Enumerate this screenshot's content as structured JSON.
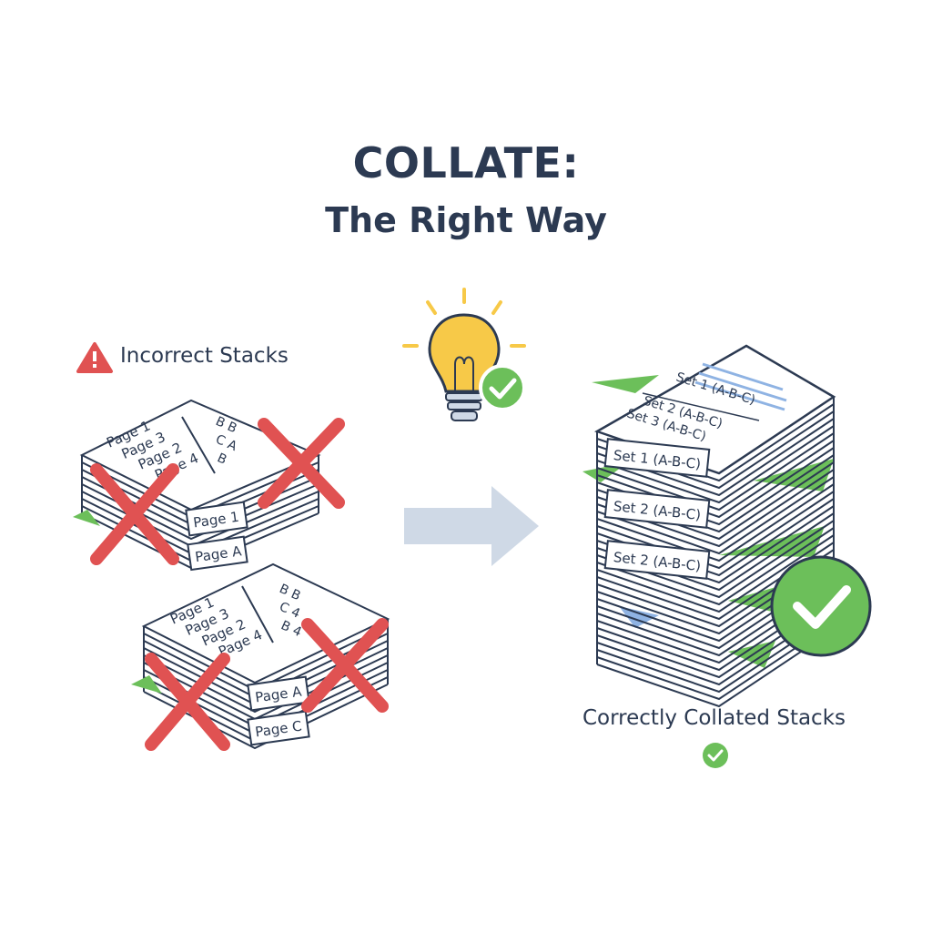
{
  "title": "COLLATE:",
  "subtitle": "The Right Way",
  "incorrect": {
    "label": "Incorrect Stacks",
    "stack_top": {
      "left_lines": [
        "Page 1",
        "Page 3",
        "Page 2",
        "Page 4"
      ],
      "right_lines": [
        "B B",
        "C A",
        "B"
      ],
      "tabs": [
        "Page 1",
        "Page A"
      ]
    },
    "stack_bottom": {
      "left_lines": [
        "Page 1",
        "Page 3",
        "Page 2",
        "Page 4"
      ],
      "right_lines": [
        "B B",
        "C 4",
        "B 4"
      ],
      "tabs": [
        "Page A",
        "Page C"
      ]
    }
  },
  "correct": {
    "label": "Correctly Collated Stacks",
    "top_sheet_lines": [
      "Set 1 (A-B-C)",
      "Set 2 (A-B-C)",
      "Set 3 (A-B-C)"
    ],
    "tabs": [
      "Set 1 (A-B-C)",
      "Set 2 (A-B-C)",
      "Set 2 (A-B-C)"
    ]
  },
  "colors": {
    "ink": "#2c3a52",
    "error": "#e05252",
    "success": "#6cbf5a",
    "arrow": "#cfd9e6",
    "bulb": "#f7c948",
    "accent_blue": "#8fb3e3"
  }
}
